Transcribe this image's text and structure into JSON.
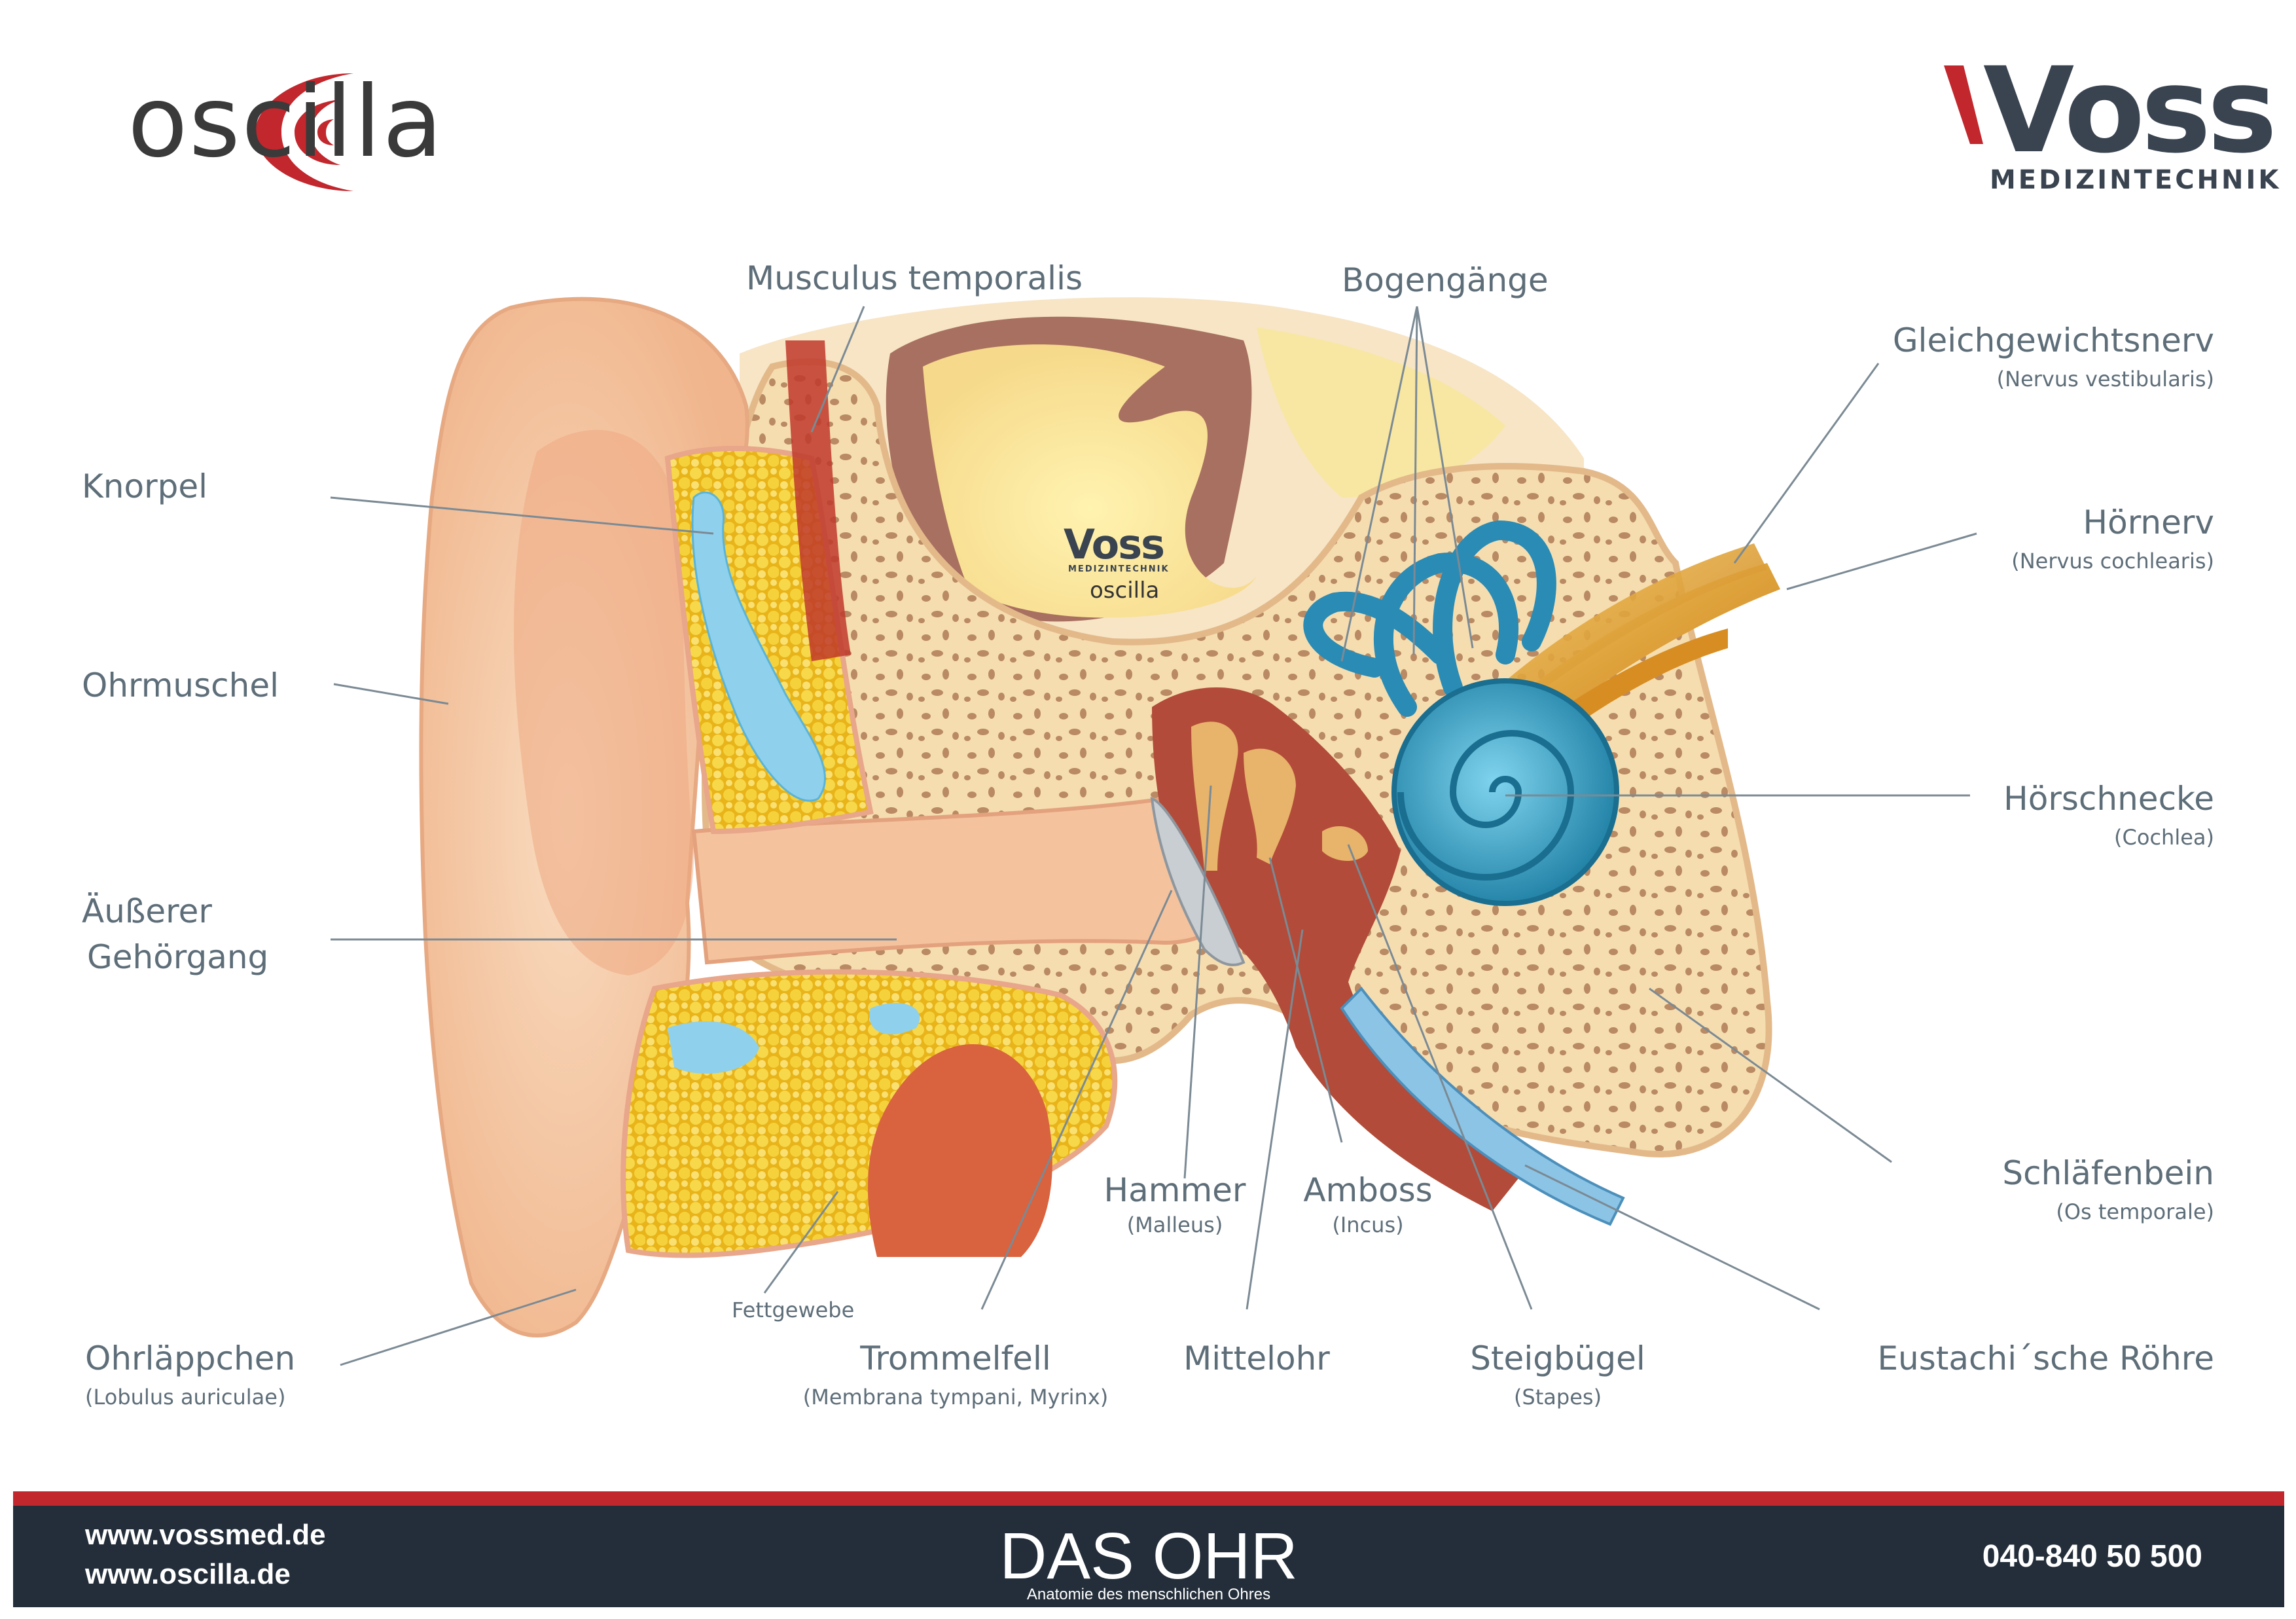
{
  "brand": {
    "oscilla": "oscilla",
    "voss": "Voss",
    "voss_sub": "MEDIZINTECHNIK"
  },
  "artwork_brand": {
    "voss": "Voss",
    "voss_sub": "MEDIZINTECHNIK",
    "oscilla": "oscilla"
  },
  "labels": {
    "musculus_temporalis": "Musculus temporalis",
    "bogengaenge": "Bogengänge",
    "gleichgewichtsnerv": "Gleichgewichtsnerv",
    "gleichgewichtsnerv_sub": "(Nervus vestibularis)",
    "knorpel": "Knorpel",
    "hoernerv": "Hörnerv",
    "hoernerv_sub": "(Nervus cochlearis)",
    "ohrmuschel": "Ohrmuschel",
    "aeusserer_1": "Äußerer",
    "aeusserer_2": "Gehörgang",
    "hoerschnecke": "Hörschnecke",
    "hoerschnecke_sub": "(Cochlea)",
    "hammer": "Hammer",
    "hammer_sub": "(Malleus)",
    "amboss": "Amboss",
    "amboss_sub": "(Incus)",
    "schlaefenbein": "Schläfenbein",
    "schlaefenbein_sub": "(Os temporale)",
    "fettgewebe": "Fettgewebe",
    "ohrlaeppchen": "Ohrläppchen",
    "ohrlaeppchen_sub": "(Lobulus auriculae)",
    "trommelfell": "Trommelfell",
    "trommelfell_sub": "(Membrana tympani, Myrinx)",
    "mittelohr": "Mittelohr",
    "steigbuegel": "Steigbügel",
    "steigbuegel_sub": "(Stapes)",
    "eustachi": "Eustachi´sche Röhre"
  },
  "footer": {
    "link1": "www.vossmed.de",
    "link2": "www.oscilla.de",
    "title": "DAS OHR",
    "subtitle": "Anatomie des menschlichen Ohres",
    "phone": "040-840 50 500"
  },
  "colors": {
    "skin": "#f4c9a3",
    "bone": "#f6dfb3",
    "fat": "#f2c72c",
    "cartilage": "#8fd0ec",
    "cochlea": "#2f9dc0",
    "nerve": "#e0a230",
    "muscle": "#c0392b",
    "brand_red": "#c1272d",
    "footer": "#232e3a"
  }
}
